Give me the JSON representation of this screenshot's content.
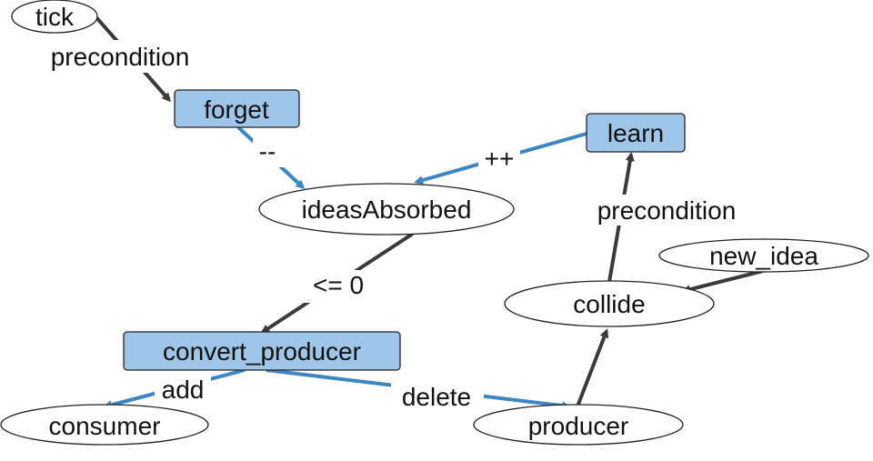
{
  "nodes": {
    "tick": "tick",
    "forget": "forget",
    "learn": "learn",
    "ideas_absorbed": "ideasAbsorbed",
    "new_idea": "new_idea",
    "collide": "collide",
    "convert_producer": "convert_producer",
    "consumer": "consumer",
    "producer": "producer"
  },
  "edge_labels": {
    "tick_forget": "precondition",
    "forget_ideas": "--",
    "learn_ideas": "++",
    "collide_learn": "precondition",
    "ideas_convert": "<= 0",
    "convert_consumer": "add",
    "convert_producer": "delete"
  },
  "colors": {
    "action_fill": "#9fc5e8",
    "dark_edge": "#3a3a3a",
    "blue_edge": "#3d86c6"
  }
}
